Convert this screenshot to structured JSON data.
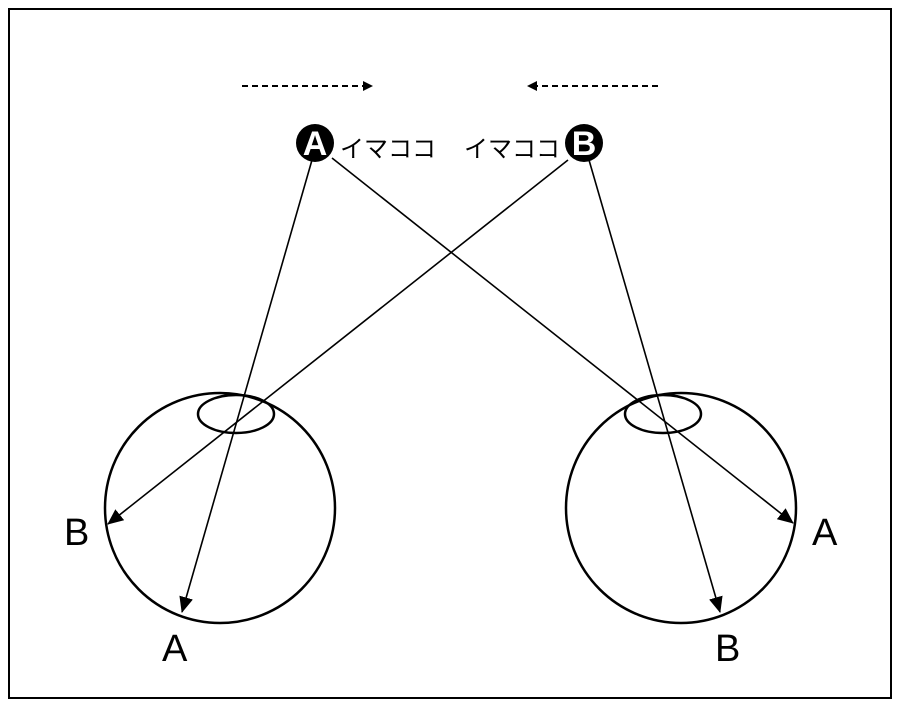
{
  "diagram": {
    "objects": [
      {
        "id": "A",
        "badge": "A",
        "tag": "イマココ",
        "motion": "right"
      },
      {
        "id": "B",
        "badge": "B",
        "tag": "イマココ",
        "motion": "left"
      }
    ],
    "eyes": [
      {
        "id": "left",
        "labels": {
          "bottom": "A",
          "side": "B"
        }
      },
      {
        "id": "right",
        "labels": {
          "bottom": "B",
          "side": "A"
        }
      }
    ],
    "colors": {
      "ink": "#000000",
      "background": "#ffffff"
    }
  }
}
